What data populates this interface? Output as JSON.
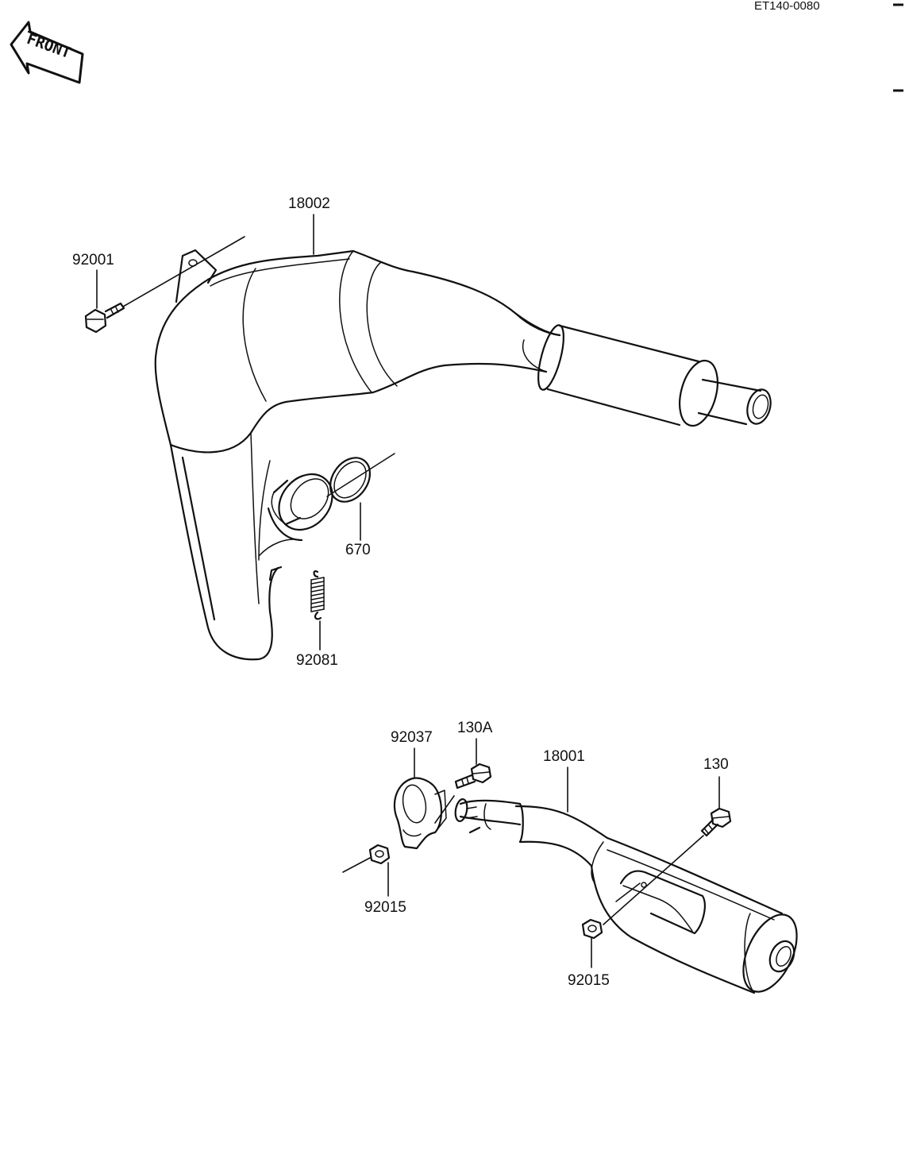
{
  "diagram": {
    "code": "ET140-0080",
    "front_label": "FRONT",
    "parts": {
      "p18002": "18002",
      "p92001": "92001",
      "p670": "670",
      "p92081": "92081",
      "p92037": "92037",
      "p130A": "130A",
      "p18001": "18001",
      "p130": "130",
      "p92015a": "92015",
      "p92015b": "92015"
    }
  }
}
